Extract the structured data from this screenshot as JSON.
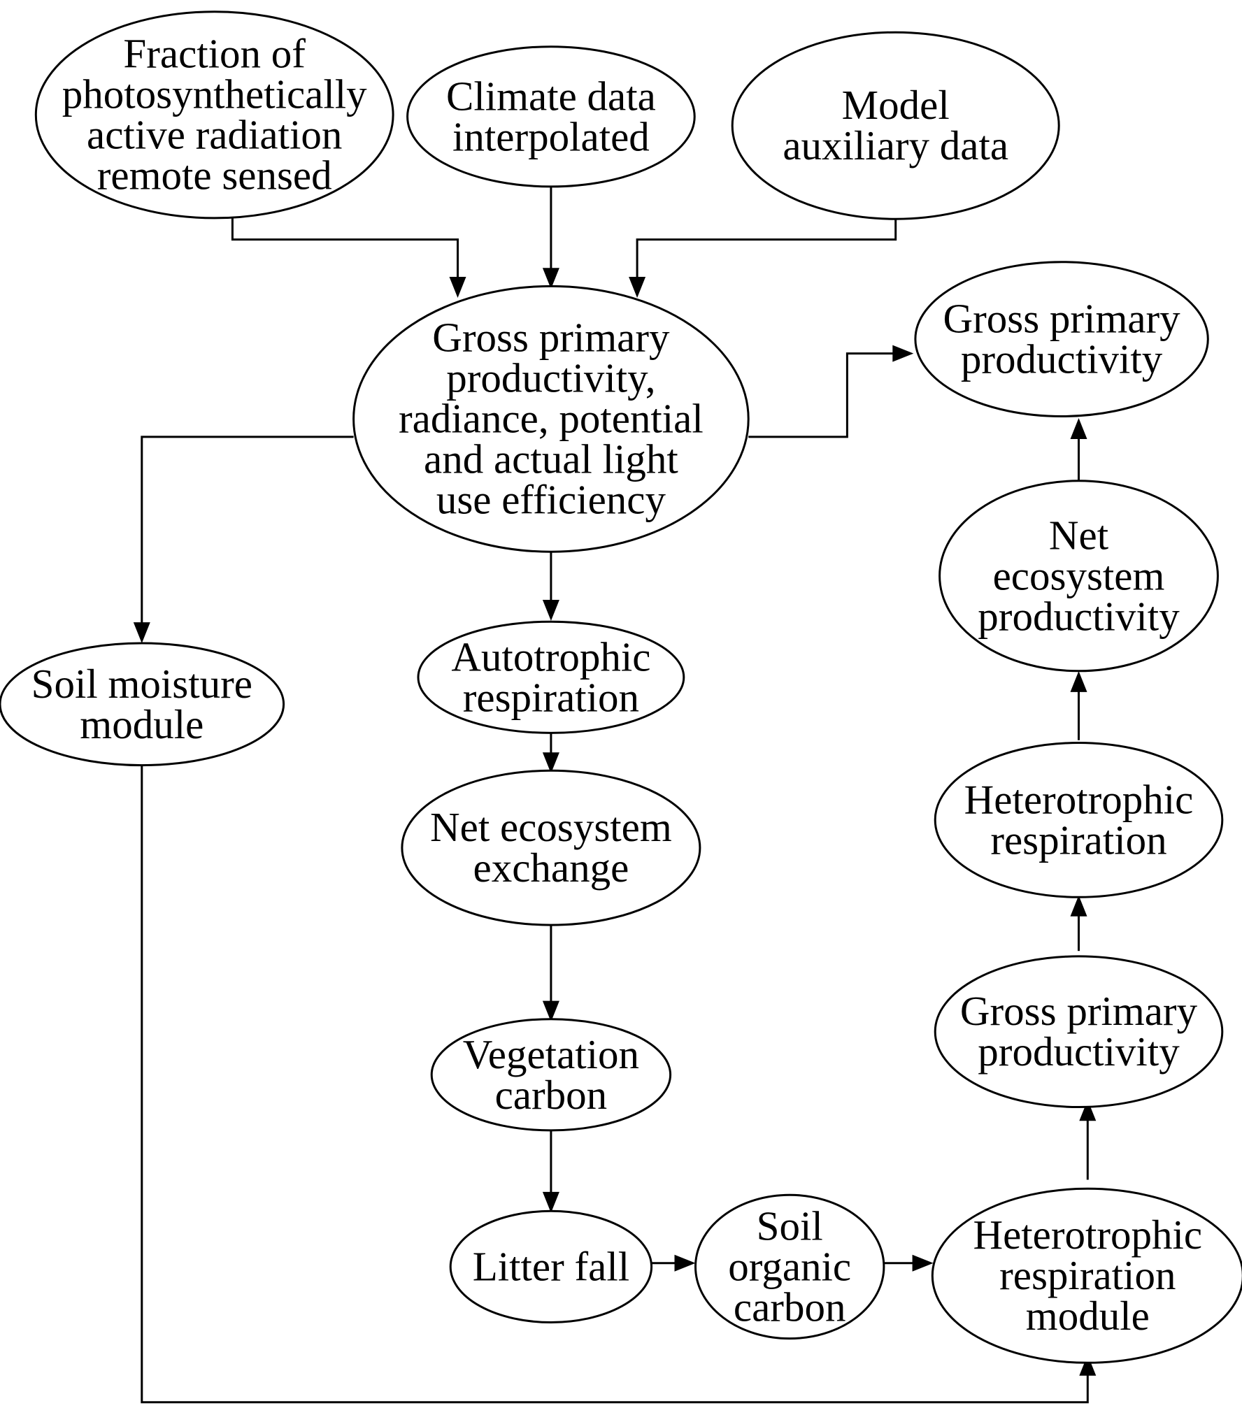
{
  "nodes": {
    "fpar": {
      "lines": [
        "Fraction of",
        "photosynthetically",
        "active radiation",
        "remote sensed"
      ]
    },
    "climate": {
      "lines": [
        "Climate data",
        "interpolated"
      ]
    },
    "aux": {
      "lines": [
        "Model",
        "auxiliary data"
      ]
    },
    "gpp_main": {
      "lines": [
        "Gross primary",
        "productivity,",
        "radiance, potential",
        "and actual light",
        "use efficiency"
      ]
    },
    "gpp_out_top": {
      "lines": [
        "Gross primary",
        "productivity"
      ]
    },
    "nep": {
      "lines": [
        "Net",
        "ecosystem",
        "productivity"
      ]
    },
    "soil_moist": {
      "lines": [
        "Soil moisture",
        "module"
      ]
    },
    "autotrophic": {
      "lines": [
        "Autotrophic",
        "respiration"
      ]
    },
    "nee": {
      "lines": [
        "Net ecosystem",
        "exchange"
      ]
    },
    "hetero_resp": {
      "lines": [
        "Heterotrophic",
        "respiration"
      ]
    },
    "veg_carbon": {
      "lines": [
        "Vegetation",
        "carbon"
      ]
    },
    "gpp_mid": {
      "lines": [
        "Gross primary",
        "productivity"
      ]
    },
    "litter": {
      "lines": [
        "Litter fall"
      ]
    },
    "soc": {
      "lines": [
        "Soil",
        "organic",
        "carbon"
      ]
    },
    "hetero_mod": {
      "lines": [
        "Heterotrophic",
        "respiration",
        "module"
      ]
    }
  },
  "edges": [
    {
      "from": "fpar",
      "to": "gpp_main"
    },
    {
      "from": "climate",
      "to": "gpp_main"
    },
    {
      "from": "aux",
      "to": "gpp_main"
    },
    {
      "from": "gpp_main",
      "to": "gpp_out_top"
    },
    {
      "from": "gpp_main",
      "to": "soil_moist"
    },
    {
      "from": "gpp_main",
      "to": "autotrophic"
    },
    {
      "from": "autotrophic",
      "to": "nee"
    },
    {
      "from": "nee",
      "to": "veg_carbon"
    },
    {
      "from": "veg_carbon",
      "to": "litter"
    },
    {
      "from": "litter",
      "to": "soc"
    },
    {
      "from": "soc",
      "to": "hetero_mod"
    },
    {
      "from": "soil_moist",
      "to": "hetero_mod"
    },
    {
      "from": "hetero_mod",
      "to": "gpp_mid"
    },
    {
      "from": "gpp_mid",
      "to": "hetero_resp"
    },
    {
      "from": "hetero_resp",
      "to": "nep"
    },
    {
      "from": "nep",
      "to": "gpp_out_top"
    }
  ]
}
